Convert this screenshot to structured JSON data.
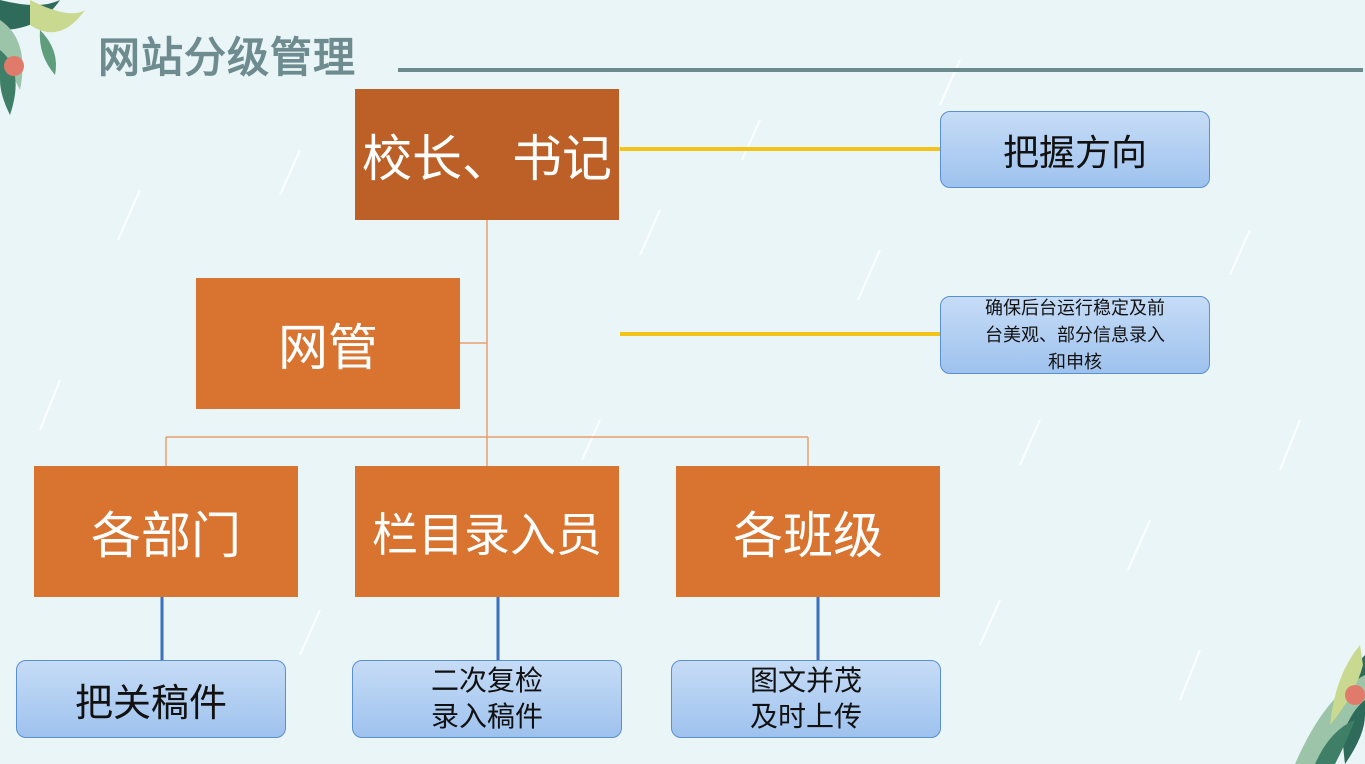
{
  "title": "网站分级管理",
  "nodes": {
    "principal": "校长、书记",
    "netadmin": "网管",
    "departments": "各部门",
    "column_editors": "栏目录入员",
    "classes": "各班级"
  },
  "notes": {
    "direction": "把握方向",
    "backend": [
      "确保后台运行稳定及前",
      "台美观、部分信息录入",
      "和申核"
    ],
    "dept_duty": "把关稿件",
    "editor_duty": [
      "二次复检",
      "录入稿件"
    ],
    "class_duty": [
      "图文并茂",
      "及时上传"
    ]
  },
  "colors": {
    "node_dark": "#bc6027",
    "node_orange": "#d97330",
    "connector_orange": "#e8a070",
    "connector_yellow": "#f2c419",
    "connector_blue": "#3b6fc0",
    "title": "#6e8c90"
  }
}
